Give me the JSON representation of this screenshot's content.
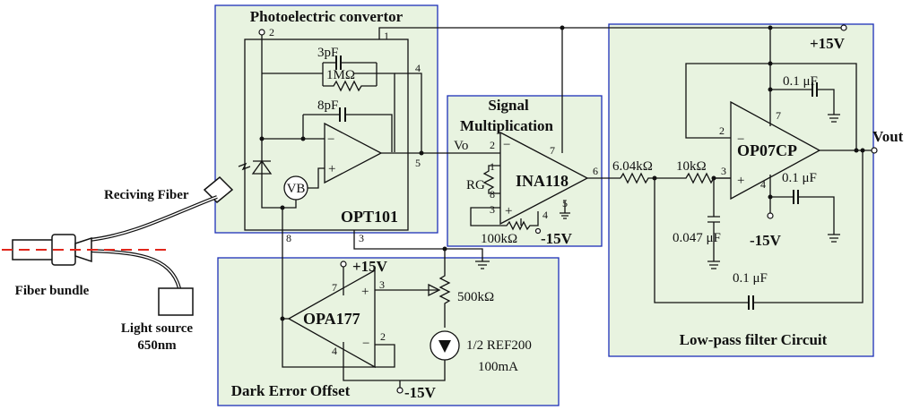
{
  "blocks": {
    "photoelectric": "Photoelectric convertor",
    "signal_line1": "Signal",
    "signal_line2": "Multiplication",
    "low_pass": "Low-pass filter Circuit",
    "dark_error": "Dark Error Offset"
  },
  "chips": {
    "opt101": "OPT101",
    "ina118": "INA118",
    "op07cp": "OP07CP",
    "opa177": "OPA177"
  },
  "components": {
    "c_3pf": "3pF",
    "r_1m": "1MΩ",
    "c_8pf": "8pF",
    "vb": "VB",
    "rg": "RG",
    "r_100k": "100kΩ",
    "r_604k": "6.04kΩ",
    "r_10k": "10kΩ",
    "c_0047": "0.047 μF",
    "c_01_a": "0.1 μF",
    "c_01_b": "0.1 μF",
    "c_01_c": "0.1 μF",
    "r_500k": "500kΩ",
    "ref200": "1/2 REF200",
    "current": "100mA"
  },
  "signals": {
    "vo": "Vo",
    "vout": "Vout",
    "plus15_top": "+15V",
    "minus15_ina": "-15V",
    "minus15_op07": "-15V",
    "plus15_opa": "+15V",
    "minus15_bottom": "-15V"
  },
  "optics": {
    "receiving_fiber": "Reciving Fiber",
    "fiber_bundle": "Fiber bundle",
    "light_source_1": "Light source",
    "light_source_2": "650nm"
  },
  "pins": {
    "opt_2": "2",
    "opt_1": "1",
    "opt_4": "4",
    "opt_5": "5",
    "opt_8": "8",
    "opt_3": "3",
    "ina_2": "2",
    "ina_7": "7",
    "ina_1": "1",
    "ina_8": "8",
    "ina_3": "3",
    "ina_4": "4",
    "ina_5": "5",
    "ina_6": "6",
    "op07_2": "2",
    "op07_7": "7",
    "op07_3": "3",
    "op07_4": "4",
    "opa_7": "7",
    "opa_3": "3",
    "opa_4": "4",
    "opa_2": "2"
  },
  "symbols": {
    "minus": "−",
    "plus": "+"
  },
  "colors": {
    "block_fill": "#e8f3e0",
    "block_border": "#1c2fb8",
    "laser": "#e0261b",
    "wire": "#111111"
  }
}
